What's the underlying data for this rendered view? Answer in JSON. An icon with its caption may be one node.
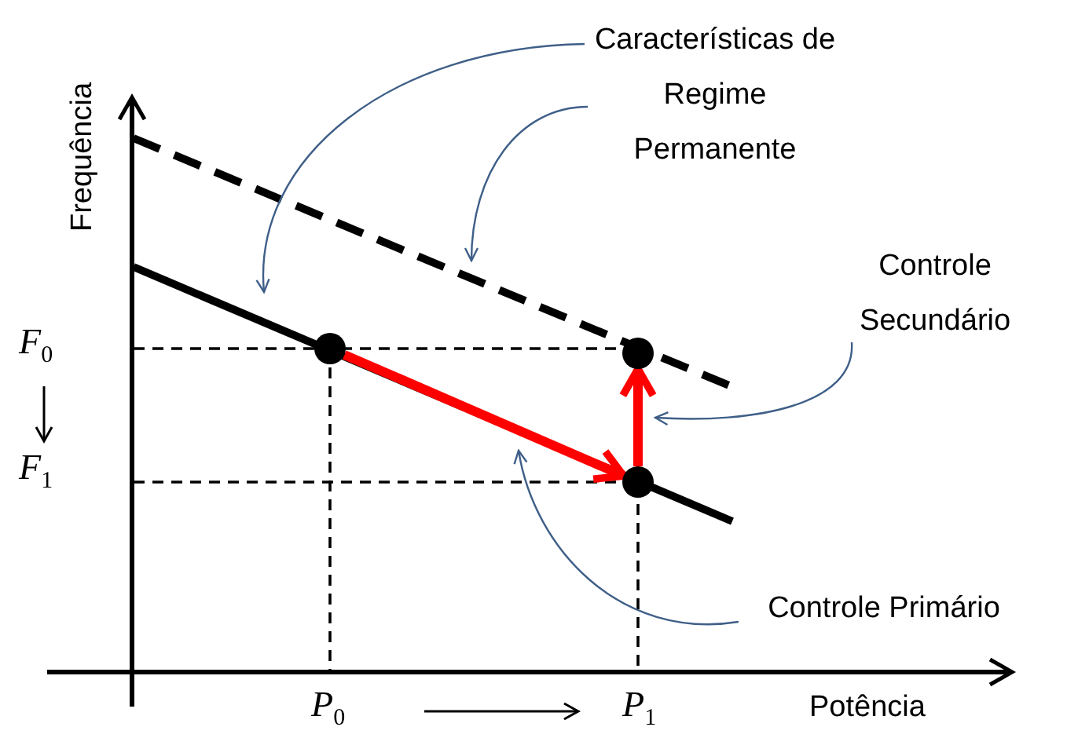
{
  "diagram": {
    "nodes": [
      {
        "text": [
          "Características de Regime Permanente"
        ]
      },
      {
        "text": [
          "Controle Secundário"
        ]
      },
      {
        "text": [
          "Controle Primário"
        ]
      },
      {
        "text": [],
        "shape": "circle"
      },
      {
        "text": [],
        "shape": "circle"
      },
      {
        "text": [],
        "shape": "circle"
      }
    ],
    "edges": [
      {
        "from": 3,
        "to": 5,
        "arrow": "to",
        "style": "thick",
        "color": "#ff0000"
      },
      {
        "from": 5,
        "to": 4,
        "arrow": "to",
        "style": "thick",
        "color": "#ff0000"
      },
      {
        "from": 0,
        "to": null,
        "arrow": "to"
      },
      {
        "from": 0,
        "to": null,
        "arrow": "to"
      },
      {
        "from": 1,
        "to": null,
        "arrow": "to"
      },
      {
        "from": 2,
        "to": null,
        "arrow": "to"
      }
    ],
    "labels": [
      "Frequência",
      "F$_{0}$",
      "F$_{1}$",
      "P$_{0}$",
      "P$_{1}$",
      "Potência"
    ]
  }
}
